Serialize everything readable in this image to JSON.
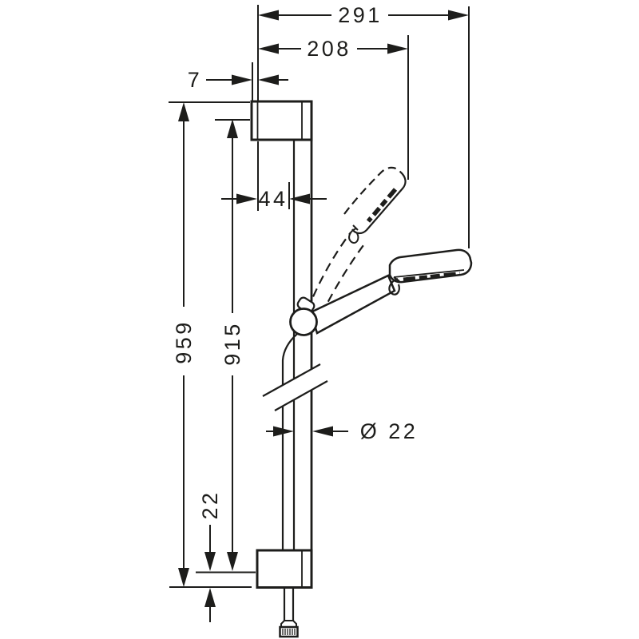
{
  "drawing": {
    "background": "#ffffff",
    "line_color": "#1d1d1b",
    "dimensions": {
      "total_width": "291",
      "head_reach": "208",
      "wall_plate_offset": "7",
      "rail_center_offset": "44",
      "total_height": "959",
      "rail_height": "915",
      "rail_diameter": "Ø 22",
      "bottom_offset": "22"
    }
  }
}
